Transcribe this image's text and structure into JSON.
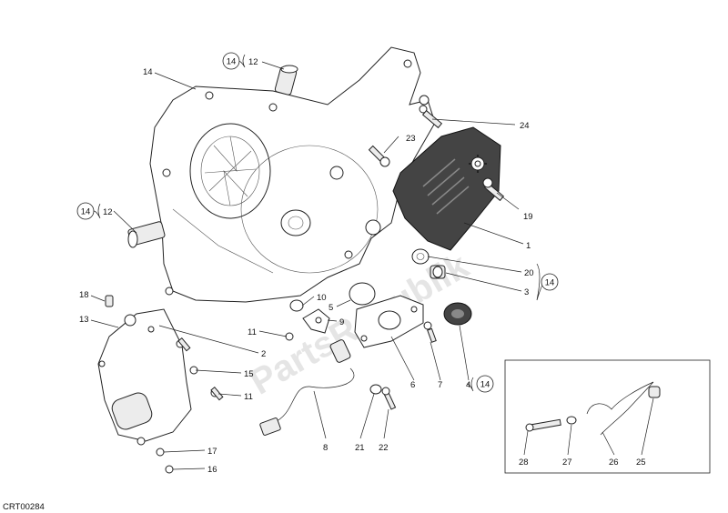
{
  "diagram_id": "CRT00284",
  "watermark": "PartsRepublik",
  "callouts": {
    "p1": "1",
    "p2": "2",
    "p3": "3",
    "p4": "4",
    "p5": "5",
    "p6": "6",
    "p7": "7",
    "p8": "8",
    "p9": "9",
    "p10": "10",
    "p11a": "11",
    "p11b": "11",
    "p12a": "12",
    "p12b": "12",
    "p13": "13",
    "p14": "14",
    "p15": "15",
    "p16": "16",
    "p17": "17",
    "p18": "18",
    "p19": "19",
    "p20": "20",
    "p21": "21",
    "p22": "22",
    "p23": "23",
    "p24": "24",
    "p25": "25",
    "p26": "26",
    "p27": "27",
    "p28": "28"
  },
  "kit_refs": {
    "k12a": "14",
    "k12b": "14",
    "k20_3": "14",
    "k4": "14"
  }
}
